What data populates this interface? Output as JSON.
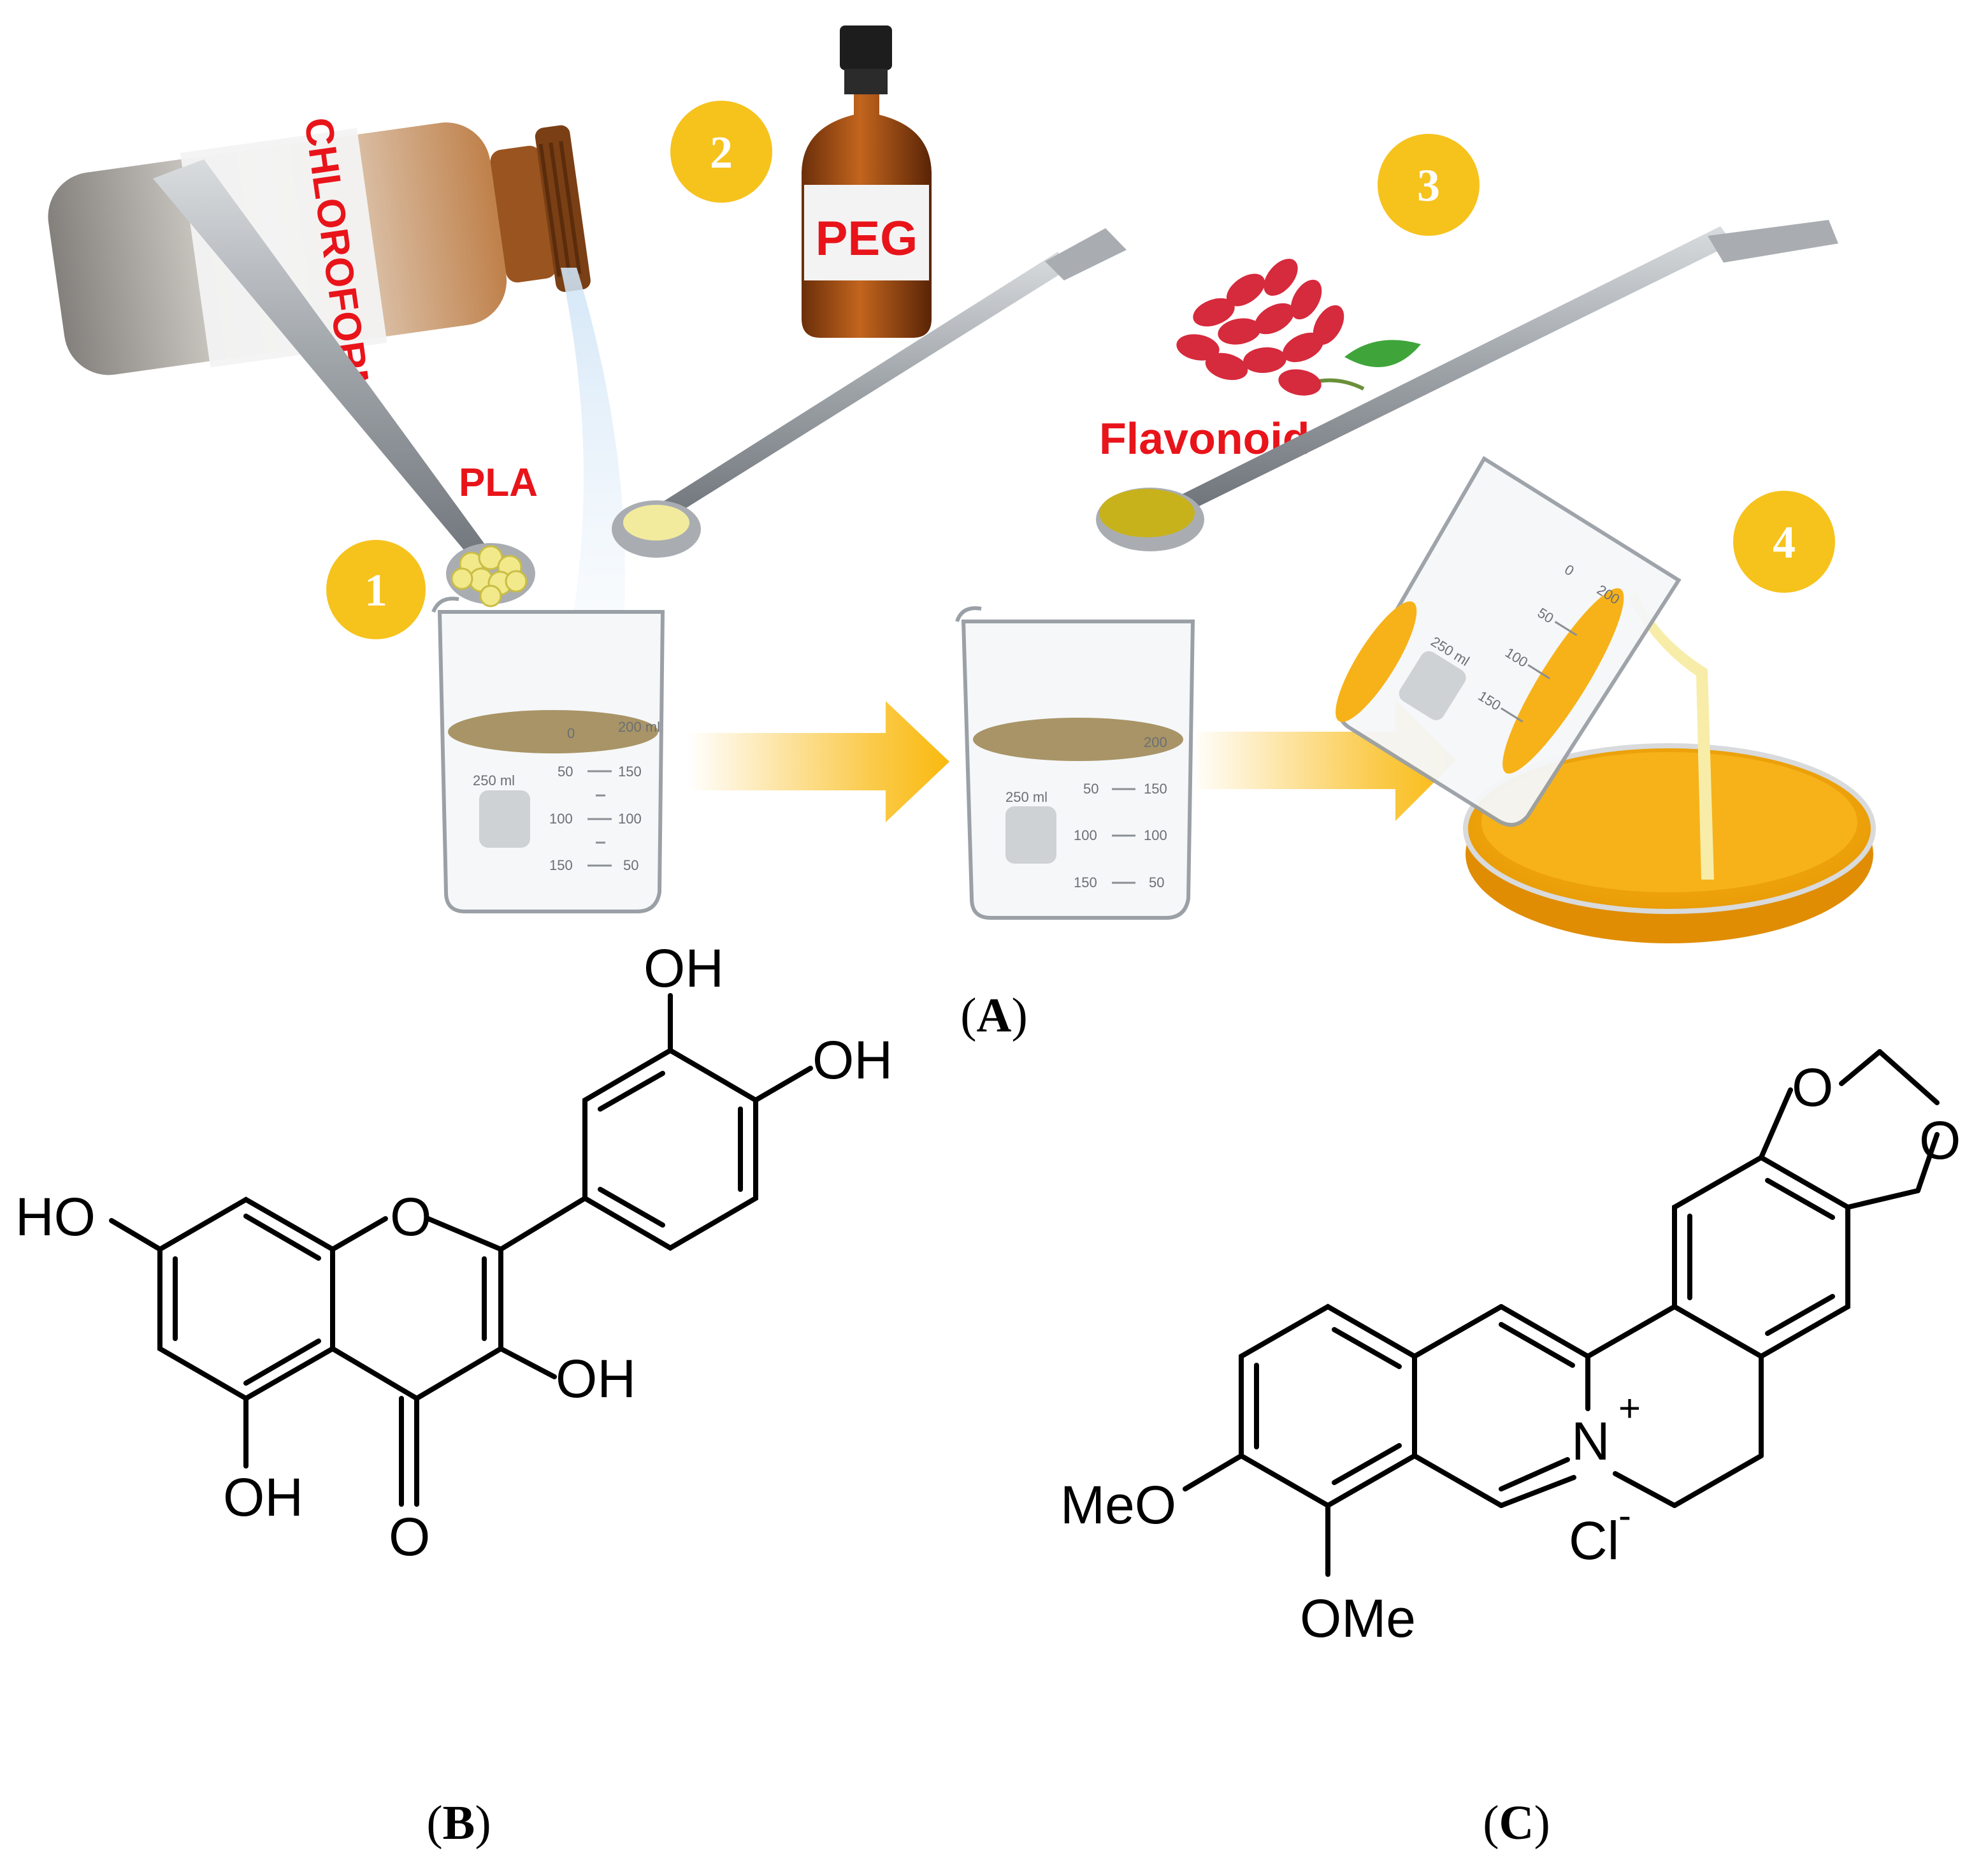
{
  "panel_a": {
    "caption_paren_open": "(",
    "caption_letter": "A",
    "caption_paren_close": ")",
    "steps": [
      "1",
      "2",
      "3",
      "4"
    ],
    "bottle_label": "CHLOROFORM",
    "pla_label": "PLA",
    "peg_label": "PEG",
    "flavonoid_label": "Flavonoid",
    "beaker1": {
      "volume": "250 ml",
      "marks_left": [
        "0",
        "50",
        "100",
        "150"
      ],
      "marks_right": [
        "200 ml",
        "150",
        "100",
        "50"
      ]
    },
    "beaker2": {
      "volume": "250 ml",
      "marks_left": [
        "50",
        "100",
        "150"
      ],
      "marks_right": [
        "200",
        "150",
        "100",
        "50"
      ]
    },
    "beaker3": {
      "volume": "250 ml",
      "marks": [
        "0",
        "50",
        "100",
        "150",
        "200"
      ]
    }
  },
  "panel_b": {
    "caption_paren_open": "(",
    "caption_letter": "B",
    "caption_paren_close": ")",
    "atoms": {
      "oh_top": "OH",
      "oh_right": "OH",
      "ho_left": "HO",
      "oh_3": "OH",
      "oh_5": "OH",
      "o_ring": "O",
      "o_keto": "O"
    }
  },
  "panel_c": {
    "caption_paren_open": "(",
    "caption_letter": "C",
    "caption_paren_close": ")",
    "atoms": {
      "o_top": "O",
      "o_right": "O",
      "n": "N",
      "n_charge": "+",
      "cl": "Cl",
      "cl_charge": "-",
      "meo": "MeO",
      "ome": "OMe"
    }
  },
  "colors": {
    "step_circle": "#F6C21C",
    "accent_red": "#E8141A",
    "liquid_orange": "#F3A90F",
    "liquid_olive": "#A89466",
    "arrow": "#F9B90F"
  }
}
